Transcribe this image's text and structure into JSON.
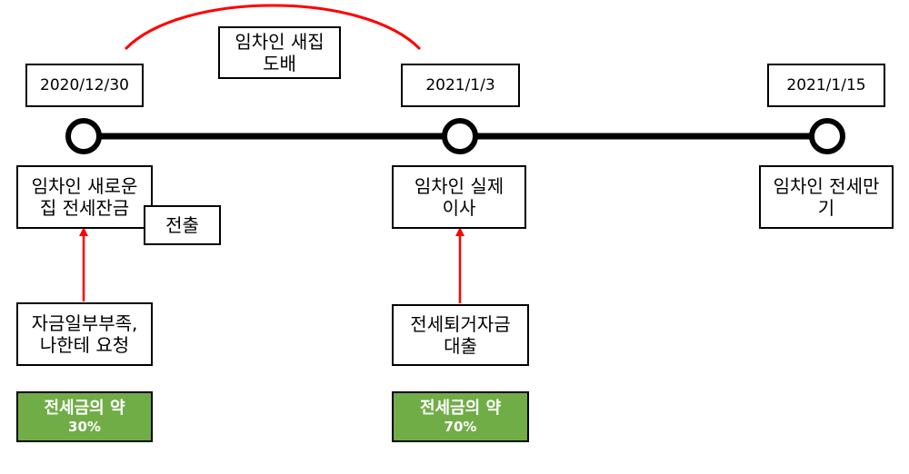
{
  "dates": [
    "2020/12/30",
    "2021/1/3",
    "2021/1/15"
  ],
  "top_note": {
    "line1": "임차인 새집",
    "line2": "도배"
  },
  "events": {
    "left": {
      "line1": "임차인 새로운",
      "line2": "집 전세잔금"
    },
    "left_sub": "전출",
    "middle": {
      "line1": "임차인 실제",
      "line2": "이사"
    },
    "right": {
      "line1": "임차인 전세만",
      "line2": "기"
    }
  },
  "causes": {
    "left": {
      "line1": "자금일부부족,",
      "line2": "나한테 요청"
    },
    "middle": {
      "line1": "전세퇴거자금",
      "line2": "대출"
    }
  },
  "shares": {
    "left": {
      "label": "전세금의 약",
      "percent": "30%"
    },
    "middle": {
      "label": "전세금의 약",
      "percent": "70%"
    }
  },
  "colors": {
    "arrow": "#ff0000",
    "arc": "#ff0000",
    "share_fill": "#70ad47",
    "line": "#000000"
  }
}
